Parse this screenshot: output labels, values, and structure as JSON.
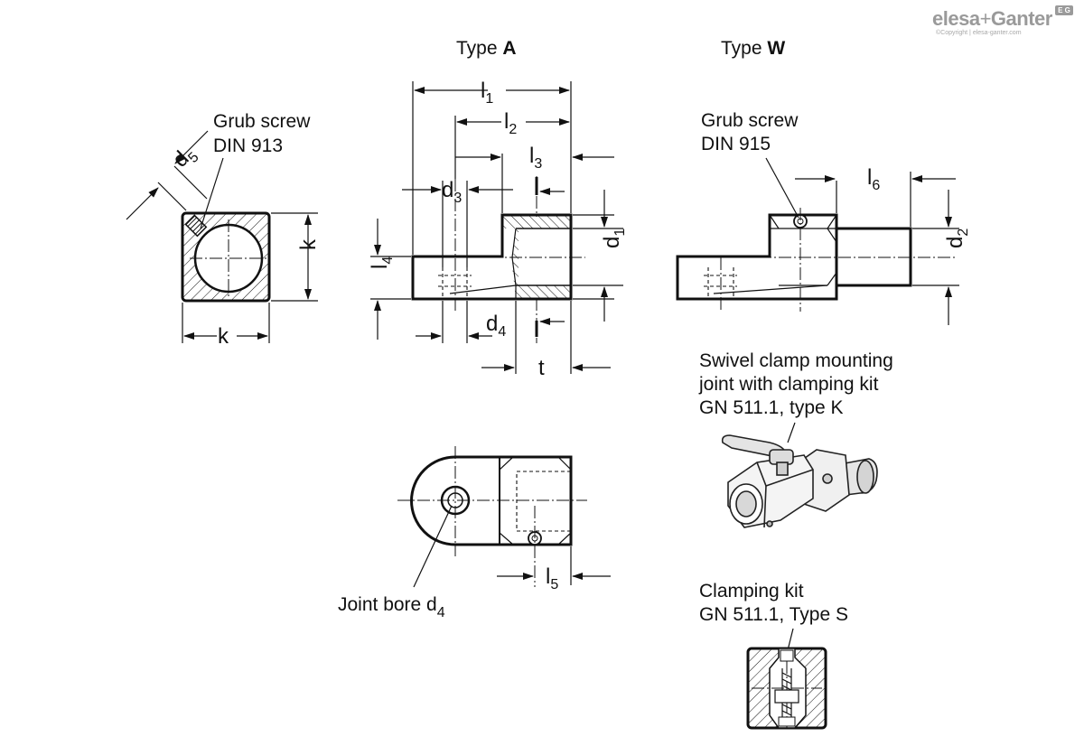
{
  "logo": {
    "brand_a": "elesa",
    "plus": "+",
    "brand_b": "Ganter",
    "badge": "E G",
    "copyright": "©Copyright | elesa-ganter.com"
  },
  "titles": {
    "type_prefix": "Type",
    "type_a": "A",
    "type_w": "W"
  },
  "labels": {
    "grub_screw_913_l1": "Grub screw",
    "grub_screw_913_l2": "DIN 913",
    "grub_screw_915_l1": "Grub screw",
    "grub_screw_915_l2": "DIN 915",
    "joint_bore": "Joint bore d",
    "joint_bore_sub": "4",
    "swivel_l1": "Swivel clamp mounting",
    "swivel_l2": "joint with clamping kit",
    "swivel_l3": "GN 511.1, type K",
    "clamp_l1": "Clamping kit",
    "clamp_l2": "GN 511.1, Type S"
  },
  "dimensions": {
    "d5": {
      "main": "d",
      "sub": "5"
    },
    "k_vertical": "k",
    "k_horizontal": "k",
    "l1": {
      "main": "l",
      "sub": "1"
    },
    "l2": {
      "main": "l",
      "sub": "2"
    },
    "l3": {
      "main": "l",
      "sub": "3"
    },
    "d3": {
      "main": "d",
      "sub": "3"
    },
    "d1": {
      "main": "d",
      "sub": "1"
    },
    "l4": {
      "main": "l",
      "sub": "4"
    },
    "d4": {
      "main": "d",
      "sub": "4"
    },
    "t": "t",
    "l5": {
      "main": "l",
      "sub": "5"
    },
    "l6": {
      "main": "l",
      "sub": "6"
    },
    "d2": {
      "main": "d",
      "sub": "2"
    }
  }
}
